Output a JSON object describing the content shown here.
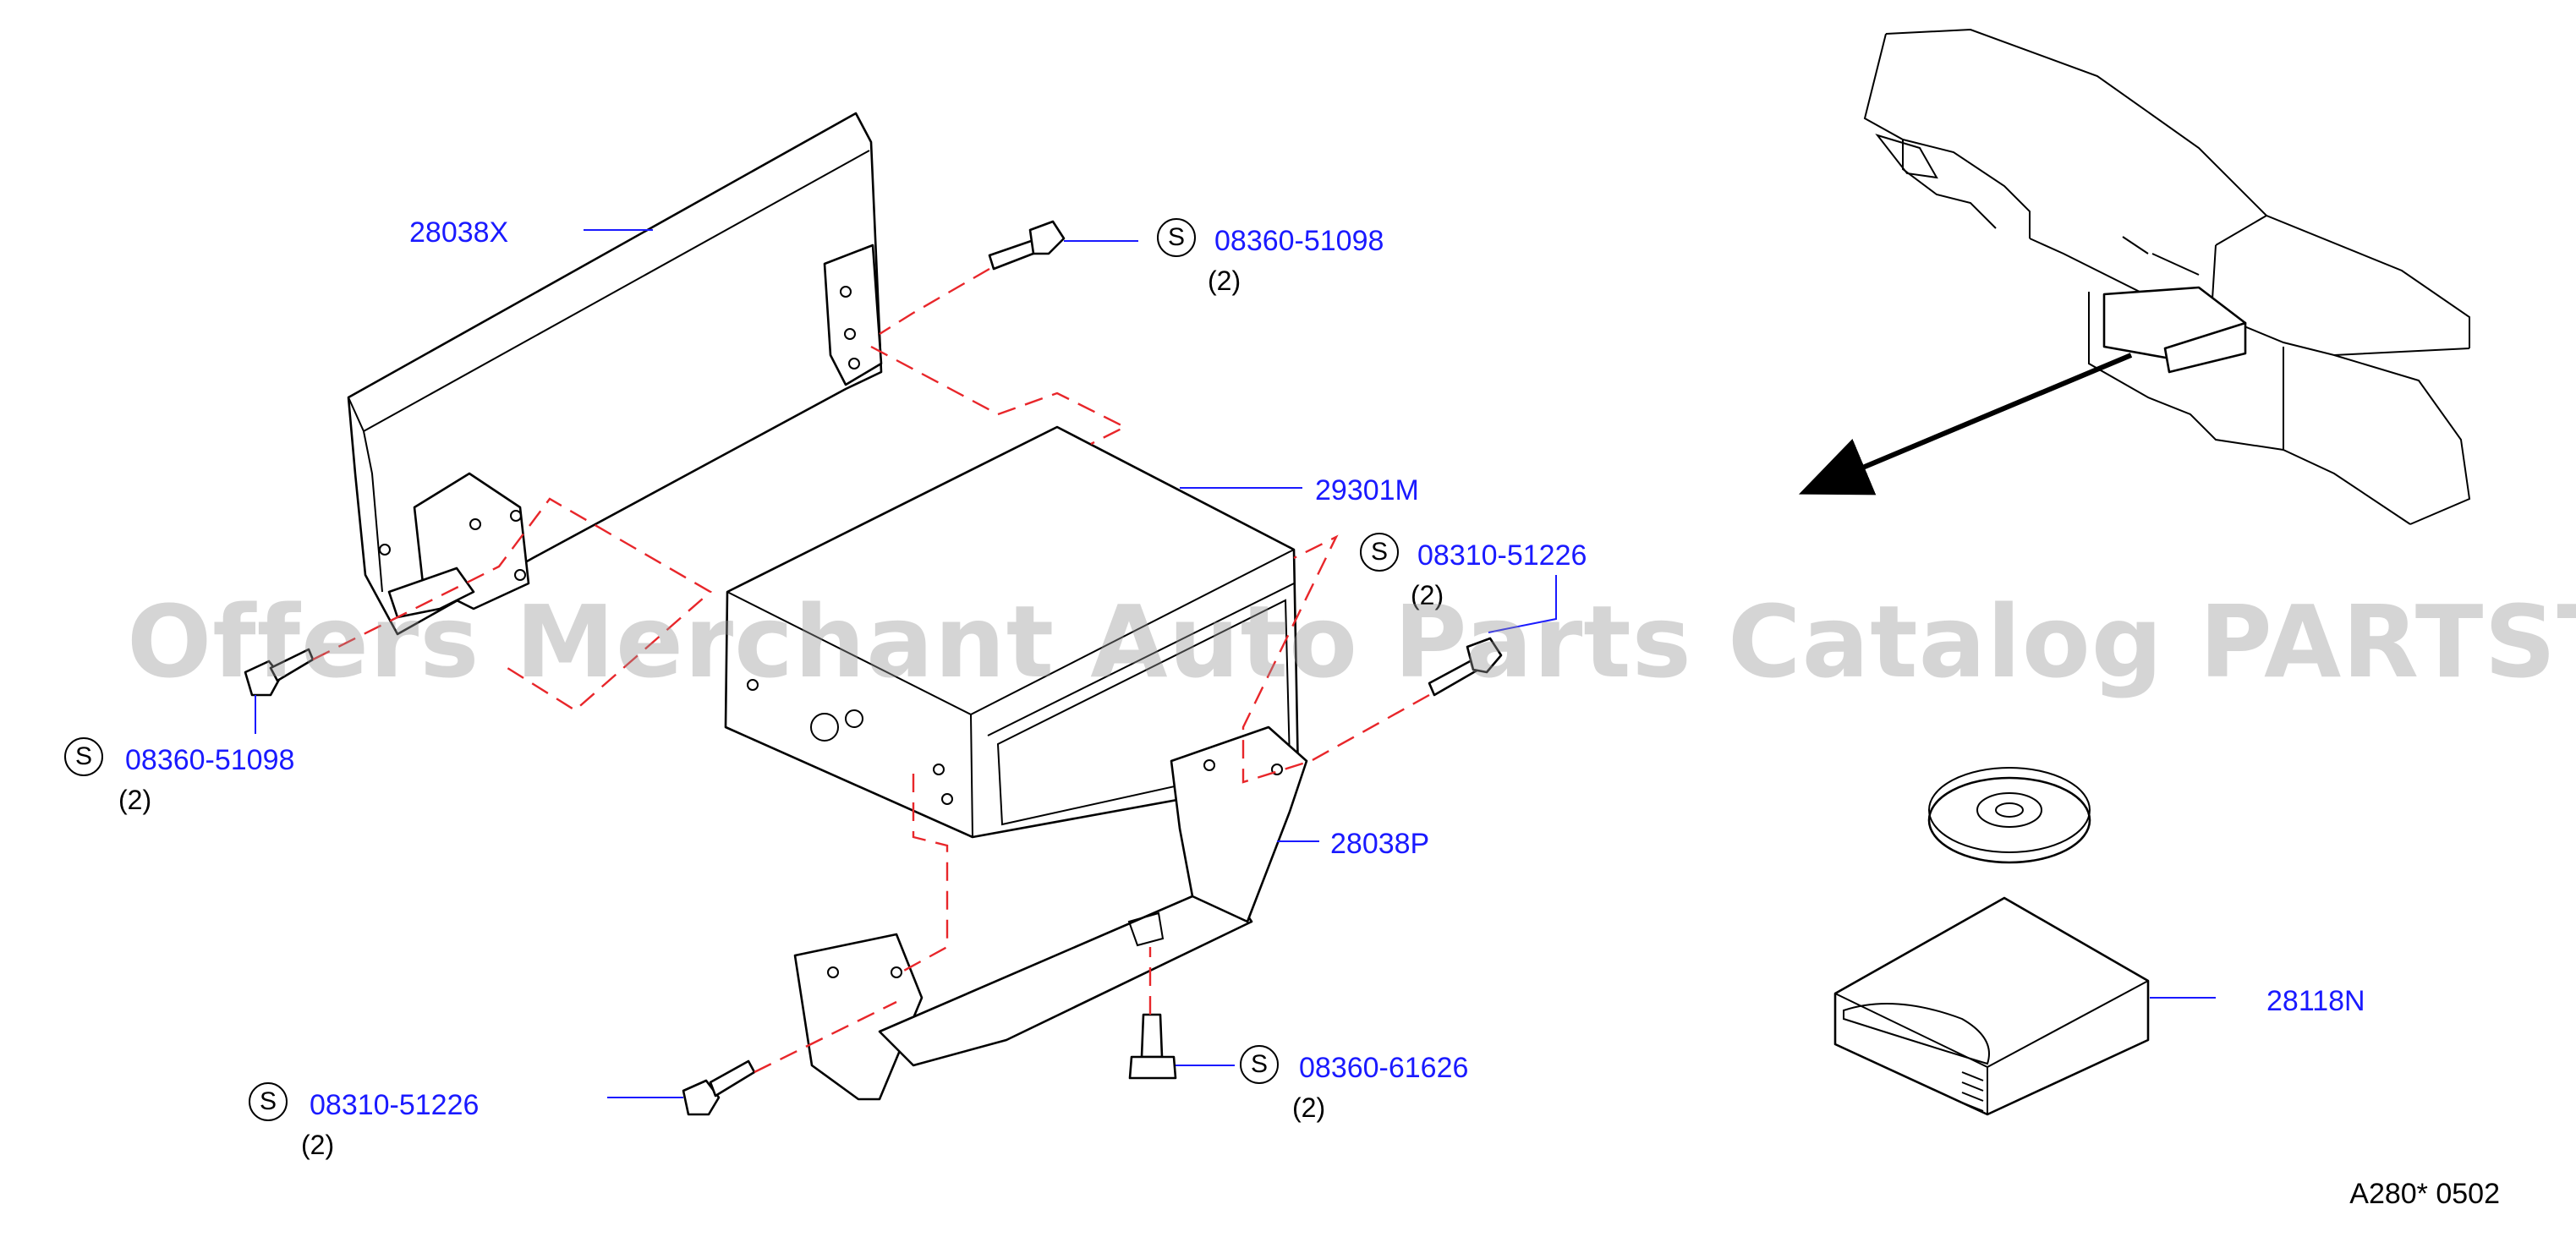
{
  "callouts": [
    {
      "id": "28038X",
      "label": "28038X"
    },
    {
      "id": "29301M",
      "label": "29301M"
    },
    {
      "id": "28038P",
      "label": "28038P"
    },
    {
      "id": "28118N",
      "label": "28118N"
    }
  ],
  "fasteners": [
    {
      "id": "top-bolt",
      "symbol": "S",
      "label": "08360-51098",
      "qty": "(2)"
    },
    {
      "id": "left-bolt",
      "symbol": "S",
      "label": "08360-51098",
      "qty": "(2)"
    },
    {
      "id": "right-bolt",
      "symbol": "S",
      "label": "08310-51226",
      "qty": "(2)"
    },
    {
      "id": "bottom-left-bolt",
      "symbol": "S",
      "label": "08310-51226",
      "qty": "(2)"
    },
    {
      "id": "bottom-bolt",
      "symbol": "S",
      "label": "08360-61626",
      "qty": "(2)"
    }
  ],
  "watermark": "Offers Merchant Auto Parts Catalog PARTSTORE.SA",
  "reference": "A280*   0502",
  "colors": {
    "callout": "#1a1aff",
    "assembly_line": "#e8262a",
    "line": "#000000",
    "watermark": "#969696"
  }
}
